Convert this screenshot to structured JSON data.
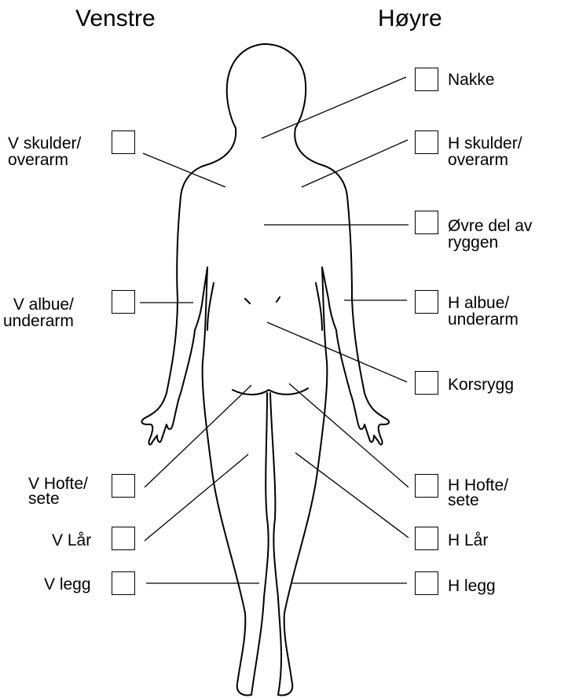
{
  "headers": {
    "left": "Venstre",
    "right": "Høyre"
  },
  "regions": {
    "nakke": {
      "line1": "Nakke",
      "line2": ""
    },
    "v_skulder": {
      "line1": "V skulder/",
      "line2": "overarm"
    },
    "h_skulder": {
      "line1": "H skulder/",
      "line2": "overarm"
    },
    "ovre_rygg": {
      "line1": "Øvre del av",
      "line2": "ryggen"
    },
    "v_albue": {
      "line1": "V albue/",
      "line2": "underarm"
    },
    "h_albue": {
      "line1": "H albue/",
      "line2": "underarm"
    },
    "korsrygg": {
      "line1": "Korsrygg",
      "line2": ""
    },
    "v_hofte": {
      "line1": "V Hofte/",
      "line2": "sete"
    },
    "h_hofte": {
      "line1": "H Hofte/",
      "line2": "sete"
    },
    "v_lar": {
      "line1": "V Lår",
      "line2": ""
    },
    "h_lar": {
      "line1": "H Lår",
      "line2": ""
    },
    "v_legg": {
      "line1": "V legg",
      "line2": ""
    },
    "h_legg": {
      "line1": "H legg",
      "line2": ""
    }
  }
}
